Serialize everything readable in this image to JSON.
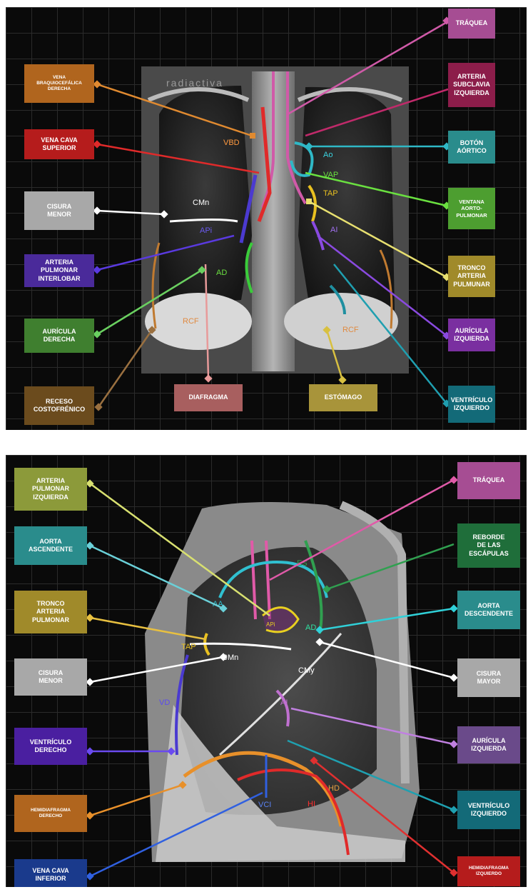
{
  "watermark": "radiactiva",
  "colors": {
    "trachea": "#a64d93",
    "subclavian": "#8c1d4a",
    "aortic_knob": "#2a8c8c",
    "window": "#4d9e30",
    "pulm_trunk": "#a08a2a",
    "left_atrium": "#7a2fa0",
    "left_ventricle": "#136a78",
    "brachio": "#b0651e",
    "svc": "#b51c1c",
    "minor_fissure": "#a8a8a8",
    "interlobar": "#4a2a9a",
    "right_atrium": "#3f7f2f",
    "costophrenic": "#6b4b1d",
    "diaphragm": "#a85f5f",
    "stomach": "#a8943a"
  },
  "top": {
    "labels": {
      "traquea": "TRÁQUEA",
      "subclavia": "ARTERIA\nSUBCLAVIA\nIZQUIERDA",
      "boton": "BOTÓN\nAÓRTICO",
      "ventana": "VENTANA\nAORTO-\nPULMONAR",
      "tronco": "TRONCO\nARTERIA\nPULMUNAR",
      "auricula_izq": "AURÍCULA\nIZQUIERDA",
      "ventriculo_izq": "VENTRÍCULO\nIZQUIERDO",
      "vena_braquio": "VENA\nBRAQUIOCEFÁLICA\nDERECHA",
      "vena_cava": "VENA CAVA\nSUPERIOR",
      "cisura_menor": "CISURA\nMENOR",
      "arteria_interlobar": "ARTERIA\nPULMONAR\nINTERLOBAR",
      "auricula_der": "AURÍCULA\nDERECHA",
      "receso": "RECESO\nCOSTOFRÉNICO",
      "diafragma": "DIAFRAGMA",
      "estomago": "ESTÓMAGO"
    },
    "xray_labels": {
      "vbd": "VBD",
      "ao": "Ao",
      "vap": "VAP",
      "tap": "TAP",
      "cmn": "CMn",
      "api": "APi",
      "ai": "AI",
      "ad": "AD",
      "rcf_right": "RCF",
      "rcf_left": "RCF"
    }
  },
  "bottom": {
    "labels": {
      "arteria_pulm_izq": "ARTERIA\nPULMONAR\nIZQUIERDA",
      "aorta_asc": "AORTA\nASCENDENTE",
      "tronco": "TRONCO\nARTERIA\nPULMONAR",
      "cisura_menor": "CISURA\nMENOR",
      "ventriculo_der": "VENTRÍCULO\nDERECHO",
      "hemidiafragma_der": "HEMIDIAFRAGMA\nDERECHO",
      "vena_cava_inf": "VENA CAVA\nINFERIOR",
      "traquea": "TRÁQUEA",
      "escapulas": "REBORDE\nDE LAS\nESCÁPULAS",
      "aorta_desc": "AORTA\nDESCENDENTE",
      "cisura_mayor": "CISURA\nMAYOR",
      "auricula_izq": "AURÍCULA\nIZQUIERDA",
      "ventriculo_izq": "VENTRÍCULO\nIZQUIERDO",
      "hemidiafragma_izq": "HEMIDIAFRAGMA\nIZQUIERDO"
    },
    "xray_labels": {
      "aa": "AA",
      "api": "APi",
      "ad": "AD",
      "tap": "TAP",
      "cmn": "CMn",
      "cmy": "CMy",
      "ai": "AI",
      "vd": "VD",
      "hd": "HD",
      "hi": "HI",
      "vci": "VCI",
      "es": "ES"
    }
  }
}
